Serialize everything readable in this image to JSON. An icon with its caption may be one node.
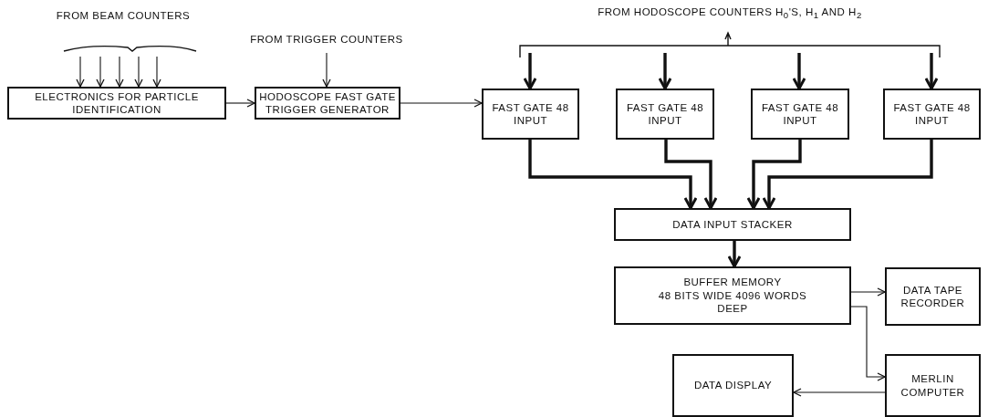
{
  "diagram": {
    "nodes": [
      {
        "text": [
          "FROM BEAM COUNTERS"
        ]
      },
      {
        "text": [
          "ELECTRONICS FOR PARTICLE IDENTIFICATION"
        ]
      },
      {
        "text": [
          "FROM TRIGGER COUNTERS"
        ]
      },
      {
        "text": [
          "HODOSCOPE FAST GATE TRIGGER GENERATOR"
        ]
      },
      {
        "text": [
          "FROM HODOSCOPE COUNTERS H$_{0}$'S, H$_{1}$ AND H$_{2}$"
        ]
      },
      {
        "text": [
          "FAST GATE 48 INPUT"
        ]
      },
      {
        "text": [
          "FAST GATE 48 INPUT"
        ]
      },
      {
        "text": [
          "FAST GATE 48 INPUT"
        ]
      },
      {
        "text": [
          "FAST GATE 48 INPUT"
        ]
      },
      {
        "text": [
          "DATA INPUT STACKER"
        ]
      },
      {
        "text": [
          "BUFFER MEMORY",
          "48 BITS WIDE 4096 WORDS DEEP"
        ]
      },
      {
        "text": [
          "DATA TAPE RECORDER"
        ]
      },
      {
        "text": [
          "DATA DISPLAY"
        ]
      },
      {
        "text": [
          "MERLIN COMPUTER"
        ]
      }
    ],
    "edges": [
      {
        "from": 0,
        "to": 1,
        "arrow": "to"
      },
      {
        "from": 0,
        "to": 1,
        "arrow": "to"
      },
      {
        "from": 0,
        "to": 1,
        "arrow": "to"
      },
      {
        "from": 0,
        "to": 1,
        "arrow": "to"
      },
      {
        "from": 0,
        "to": 1,
        "arrow": "to"
      },
      {
        "from": 2,
        "to": 3,
        "arrow": "to"
      },
      {
        "from": 1,
        "to": 3,
        "arrow": "to"
      },
      {
        "from": 3,
        "to": 5,
        "arrow": "to"
      },
      {
        "from": 4,
        "to": 5,
        "arrow": "to",
        "style": "thick"
      },
      {
        "from": 4,
        "to": 6,
        "arrow": "to",
        "style": "thick"
      },
      {
        "from": 4,
        "to": 7,
        "arrow": "to",
        "style": "thick"
      },
      {
        "from": 4,
        "to": 8,
        "arrow": "to",
        "style": "thick"
      },
      {
        "from": 5,
        "to": 9,
        "arrow": "to",
        "style": "thick"
      },
      {
        "from": 6,
        "to": 9,
        "arrow": "to",
        "style": "thick"
      },
      {
        "from": 7,
        "to": 9,
        "arrow": "to",
        "style": "thick"
      },
      {
        "from": 8,
        "to": 9,
        "arrow": "to",
        "style": "thick"
      },
      {
        "from": 9,
        "to": 10,
        "arrow": "to",
        "style": "thick"
      },
      {
        "from": 10,
        "to": 11,
        "arrow": "to"
      },
      {
        "from": 10,
        "to": 13,
        "arrow": "to"
      },
      {
        "from": 13,
        "to": 12,
        "arrow": "to"
      }
    ]
  }
}
